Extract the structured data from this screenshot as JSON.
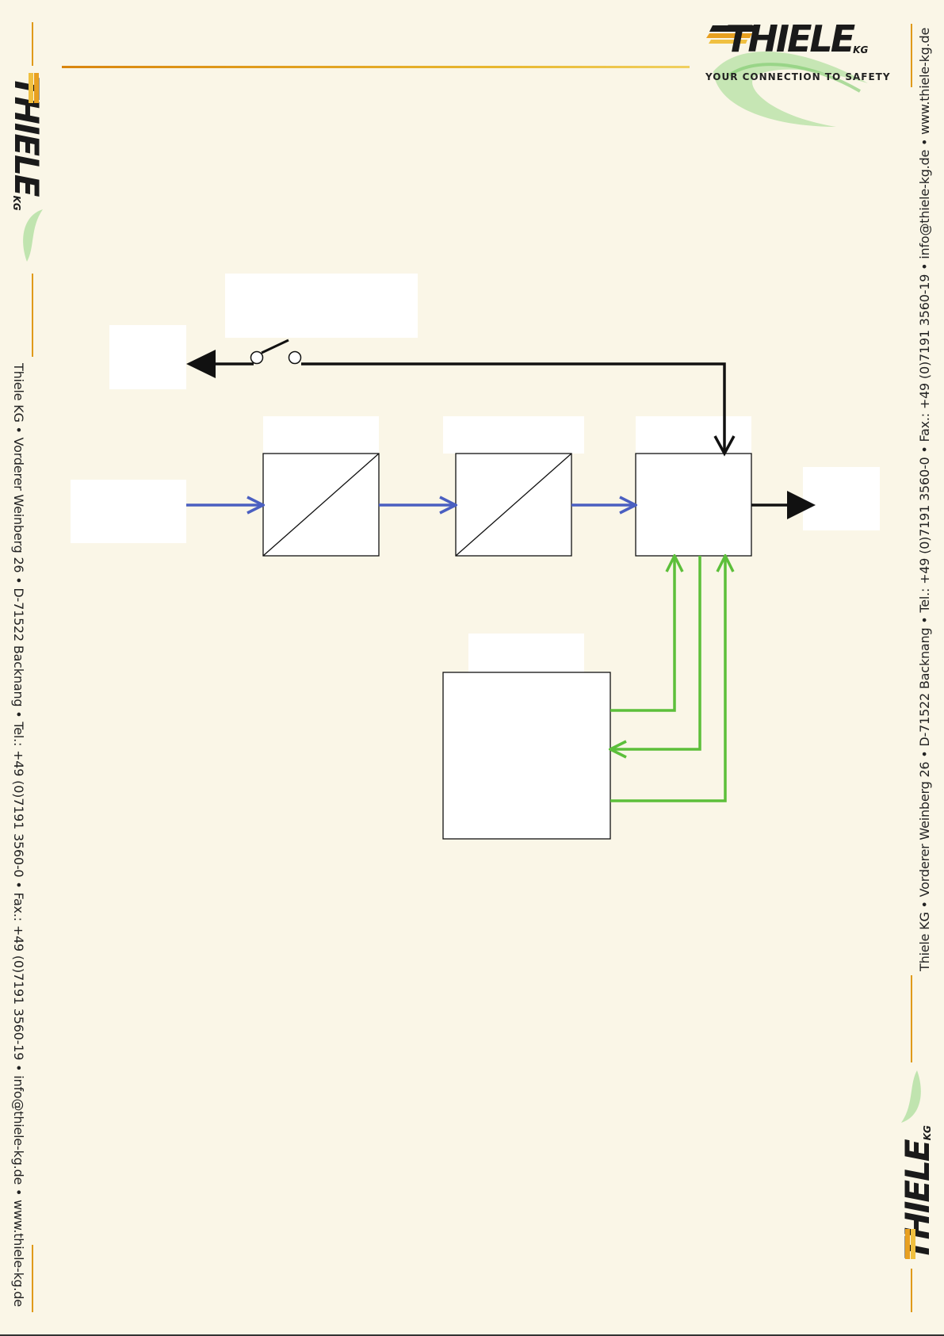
{
  "brand": {
    "wordmark": "THIELE",
    "suffix": "KG",
    "tagline": "YOUR CONNECTION TO SAFETY",
    "colors": {
      "orange": "#e09a1a",
      "gold": "#e8b830",
      "green": "#8fd07a",
      "dark": "#1a1a1a"
    }
  },
  "sidebar": {
    "contact_line": "Thiele KG • Vorderer Weinberg 26 • D-71522 Backnang • Tel.: +49 (0)7191 3560-0 • Fax.: +49 (0)7191 3560-19 • info@thiele-kg.de • www.thiele-kg.de"
  },
  "diagram": {
    "colors": {
      "signal_flow": "#4a5fc1",
      "feedback": "#5cbf3a",
      "control": "#111111",
      "box_fill": "#ffffff",
      "box_stroke": "#111111"
    },
    "blocks": [
      {
        "id": "input",
        "label": ""
      },
      {
        "id": "converter-1",
        "label": "",
        "symbol": "diagonal"
      },
      {
        "id": "converter-2",
        "label": "",
        "symbol": "diagonal"
      },
      {
        "id": "controller",
        "label": ""
      },
      {
        "id": "output",
        "label": ""
      },
      {
        "id": "monitor",
        "label": ""
      },
      {
        "id": "feedback-target",
        "label": ""
      }
    ],
    "switch": {
      "state": "open",
      "label": ""
    }
  }
}
